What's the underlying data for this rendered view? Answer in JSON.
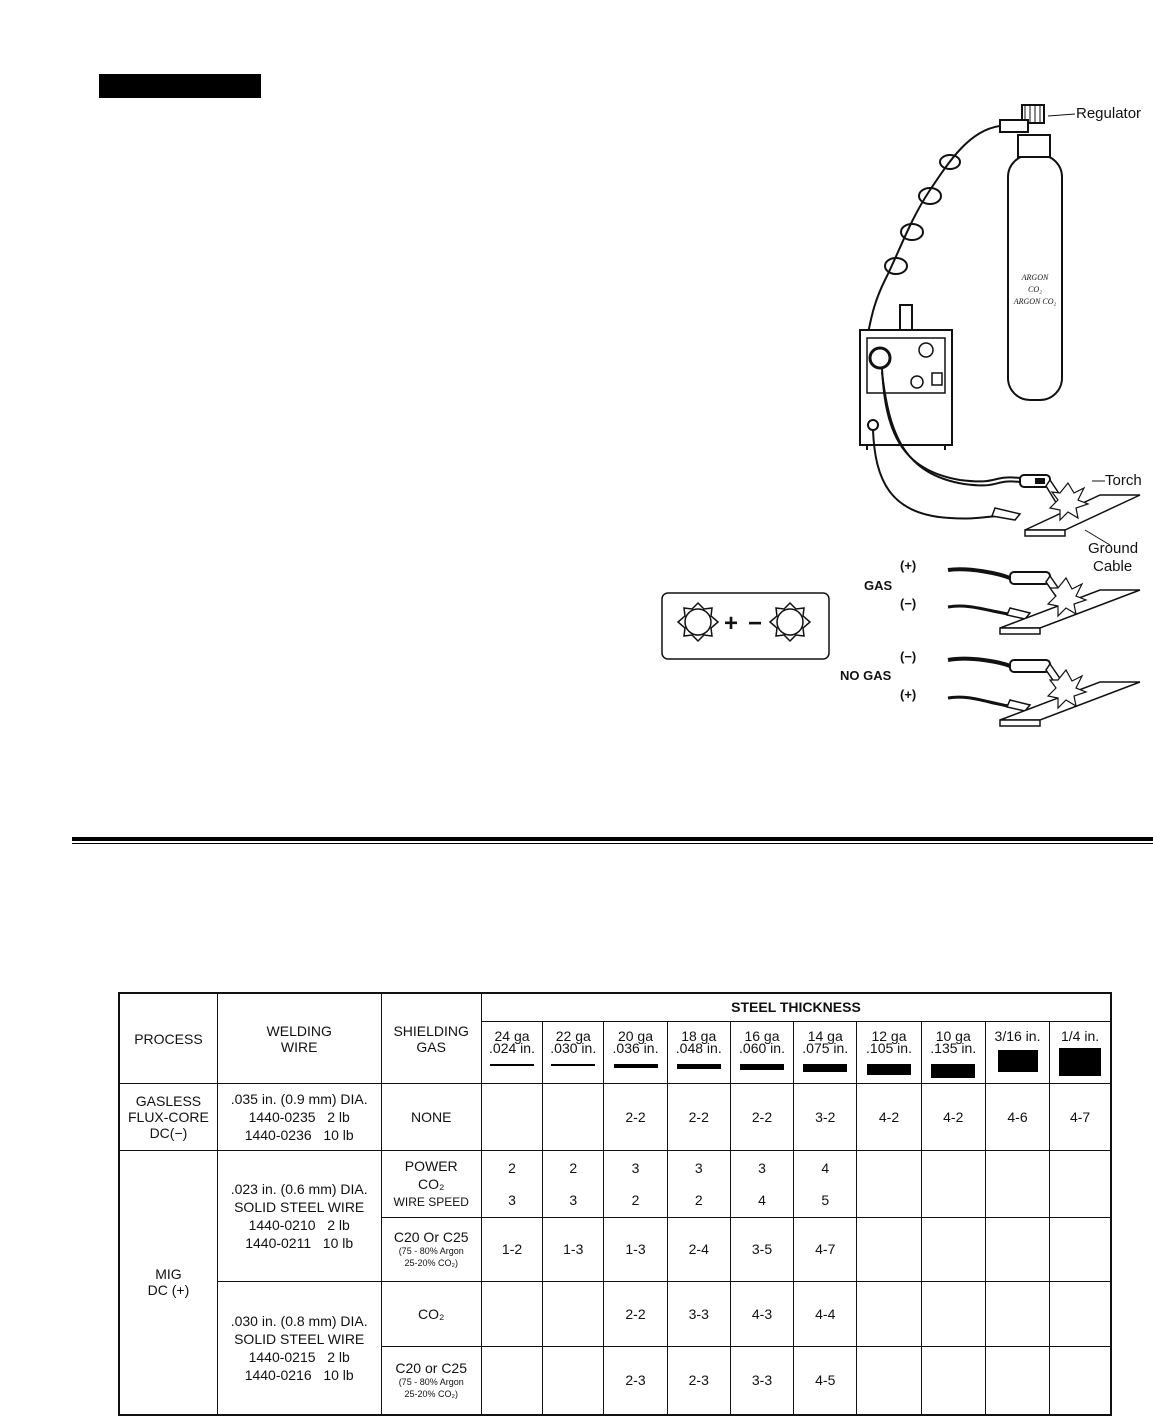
{
  "diagram": {
    "labels": {
      "regulator": "Regulator",
      "torch": "Torch",
      "ground_line1": "Ground",
      "ground_line2": "Cable",
      "gas": "GAS",
      "no_gas": "NO GAS",
      "plus": "(+)",
      "minus": "(−)"
    },
    "cylinder_text": [
      "ARGON",
      "CO₂",
      "ARGON CO₂"
    ],
    "terminal_plus": "+",
    "terminal_minus": "−"
  },
  "table": {
    "headers": {
      "process": "PROCESS",
      "wire_l1": "WELDING",
      "wire_l2": "WIRE",
      "gas_l1": "SHIELDING",
      "gas_l2": "GAS",
      "steel_thickness": "STEEL THICKNESS"
    },
    "gauges": [
      {
        "ga": "24 ga",
        "inch": ".024 in."
      },
      {
        "ga": "22 ga",
        "inch": ".030 in."
      },
      {
        "ga": "20 ga",
        "inch": ".036 in."
      },
      {
        "ga": "18 ga",
        "inch": ".048 in."
      },
      {
        "ga": "16 ga",
        "inch": ".060 in."
      },
      {
        "ga": "14 ga",
        "inch": ".075 in."
      },
      {
        "ga": "12 ga",
        "inch": ".105 in."
      },
      {
        "ga": "10 ga",
        "inch": ".135 in."
      },
      {
        "ga": "3/16 in.",
        "inch": ""
      },
      {
        "ga": "1/4 in.",
        "inch": ""
      }
    ],
    "rows": {
      "gasless": {
        "process": [
          "GASLESS",
          "FLUX-CORE",
          "DC(−)"
        ],
        "wire": [
          ".035 in. (0.9 mm) DIA.",
          "1440-0235   2 lb",
          "1440-0236   10 lb"
        ],
        "gas": "NONE",
        "values": [
          "",
          "",
          "2-2",
          "2-2",
          "2-2",
          "3-2",
          "4-2",
          "4-2",
          "4-6",
          "4-7"
        ]
      },
      "mig": {
        "process": [
          "MIG",
          "DC (+)"
        ],
        "wire_023": [
          ".023 in. (0.6 mm) DIA.",
          "SOLID STEEL WIRE",
          "1440-0210   2 lb",
          "1440-0211   10 lb"
        ],
        "wire_030": [
          ".030 in. (0.8 mm) DIA.",
          "SOLID STEEL WIRE",
          "1440-0215   2 lb",
          "1440-0216   10 lb"
        ],
        "co2_power_label": "POWER",
        "co2_label": "CO₂",
        "wire_speed_label": "WIRE SPEED",
        "power_values": [
          "2",
          "2",
          "3",
          "3",
          "3",
          "4",
          "",
          "",
          "",
          ""
        ],
        "speed_values": [
          "3",
          "3",
          "2",
          "2",
          "4",
          "5",
          "",
          "",
          "",
          ""
        ],
        "c20_023": {
          "label": "C20 Or C25",
          "note1": "(75 - 80% Argon",
          "note2": "25-20% CO₂)",
          "values": [
            "1-2",
            "1-3",
            "1-3",
            "2-4",
            "3-5",
            "4-7",
            "",
            "",
            "",
            ""
          ]
        },
        "co2_030": {
          "label": "CO₂",
          "values": [
            "",
            "",
            "2-2",
            "3-3",
            "4-3",
            "4-4",
            "",
            "",
            "",
            ""
          ]
        },
        "c20_030": {
          "label": "C20 or C25",
          "note1": "(75 - 80% Argon",
          "note2": "25-20% CO₂)",
          "values": [
            "",
            "",
            "2-3",
            "2-3",
            "3-3",
            "4-5",
            "",
            "",
            "",
            ""
          ]
        }
      }
    }
  }
}
